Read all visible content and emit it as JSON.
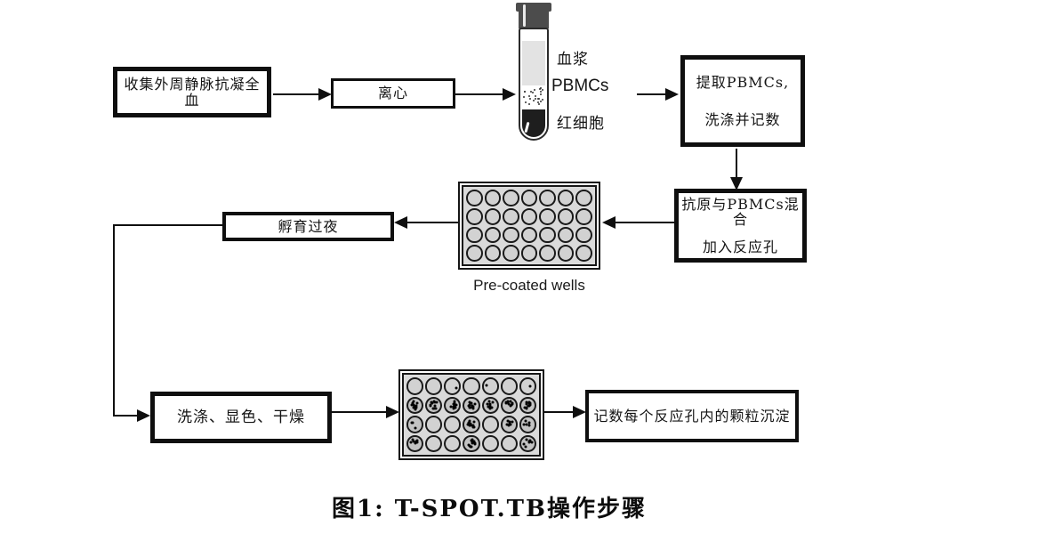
{
  "figure": {
    "caption": "图1: T-SPOT.TB操作步骤"
  },
  "steps": {
    "collect": {
      "label": "收集外周静脉抗凝全血"
    },
    "centrifuge": {
      "label": "离心"
    },
    "extract": {
      "line1": "提取PBMCs,",
      "line2": "洗涤并记数"
    },
    "mix": {
      "line1": "抗原与PBMCs混合",
      "line2": "加入反应孔"
    },
    "incubate": {
      "label": "孵育过夜"
    },
    "wash": {
      "label": "洗涤、显色、干燥"
    },
    "count": {
      "label": "记数每个反应孔内的颗粒沉淀"
    }
  },
  "tube": {
    "plasma_label": "血浆",
    "pbmc_label": "PBMCs",
    "rbc_label": "红细胞",
    "pbmc_dots": 24
  },
  "plates": {
    "precoated": {
      "caption": "Pre-coated wells",
      "rows": 4,
      "cols": 7,
      "spots": [
        [
          0,
          0,
          0,
          0,
          0,
          0,
          0
        ],
        [
          0,
          0,
          0,
          0,
          0,
          0,
          0
        ],
        [
          0,
          0,
          0,
          0,
          0,
          0,
          0
        ],
        [
          0,
          0,
          0,
          0,
          0,
          0,
          0
        ]
      ]
    },
    "result": {
      "rows": 4,
      "cols": 7,
      "spots": [
        [
          0,
          0,
          1,
          0,
          1,
          0,
          1
        ],
        [
          12,
          11,
          12,
          12,
          11,
          10,
          12
        ],
        [
          3,
          0,
          0,
          12,
          0,
          7,
          5
        ],
        [
          7,
          0,
          0,
          13,
          0,
          0,
          7
        ]
      ]
    }
  },
  "colors": {
    "line": "#0f0f0f",
    "plate_fill": "#dadada",
    "well_fill": "#d2d2d2",
    "well_dark": "#c3c3c3",
    "tube_cap": "#4c4c4c",
    "plasma": "#e3e3e3",
    "rbc": "#1e1e1e"
  }
}
